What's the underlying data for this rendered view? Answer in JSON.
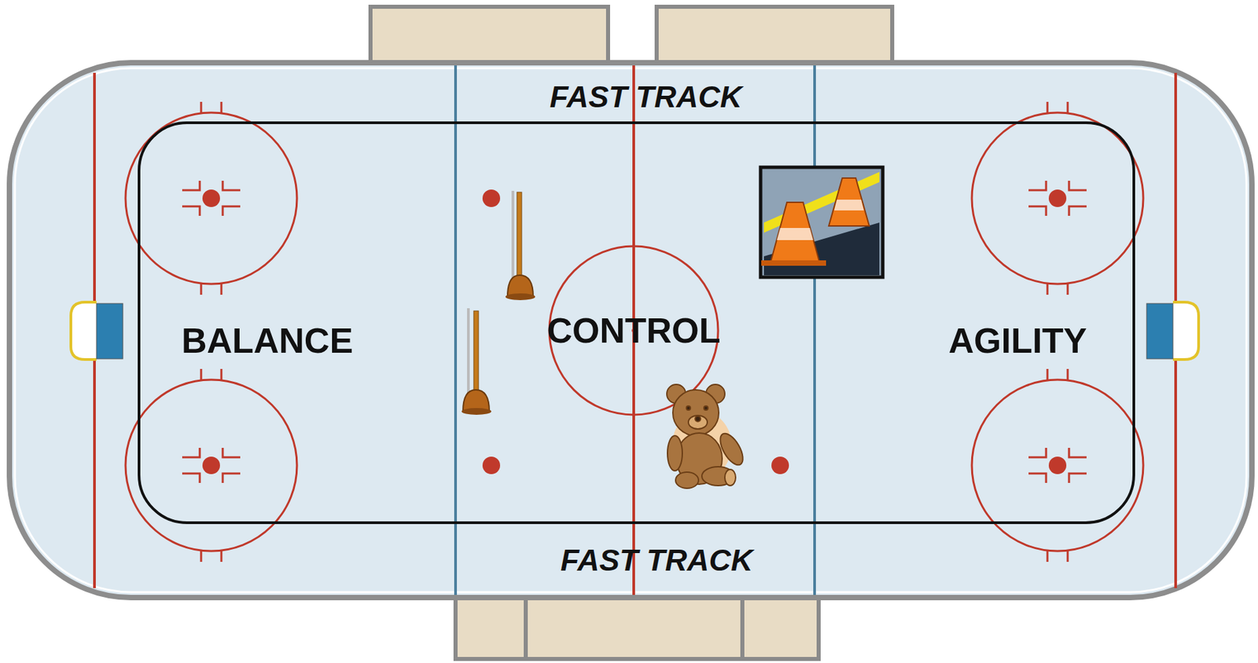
{
  "diagram": {
    "labels": [
      "FAST TRACK",
      "BALANCE",
      "CONTROL",
      "AGILITY",
      "FAST TRACK"
    ]
  }
}
